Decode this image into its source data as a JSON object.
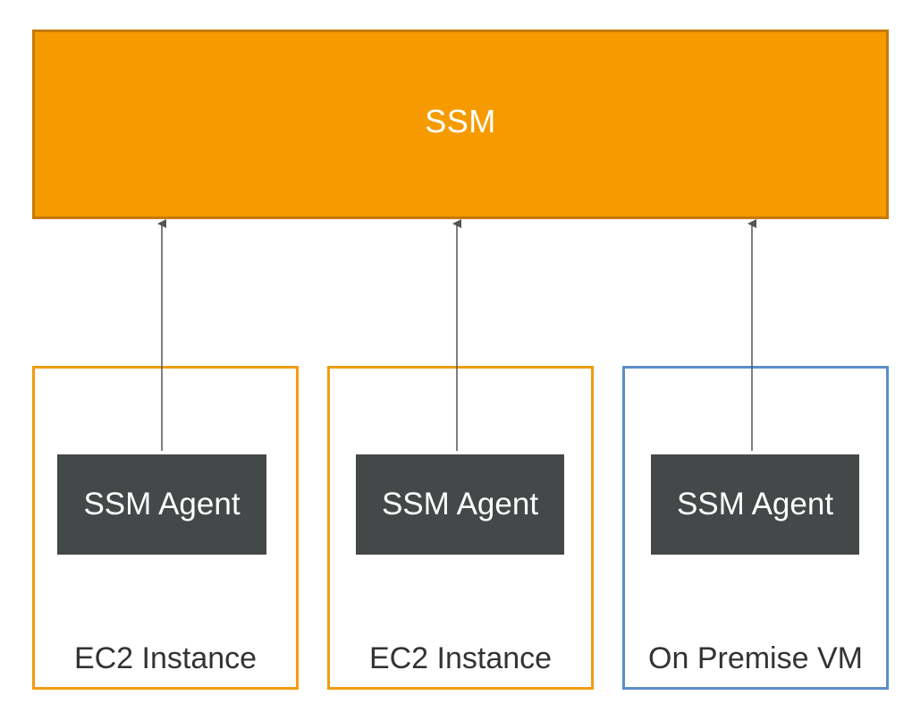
{
  "service": {
    "title": "SSM",
    "fill": "#F59B00",
    "border": "#C67A0A"
  },
  "hosts": [
    {
      "label": "EC2 Instance",
      "agent_label": "SSM Agent",
      "border": "#F09D10"
    },
    {
      "label": "EC2 Instance",
      "agent_label": "SSM Agent",
      "border": "#F09D10"
    },
    {
      "label": "On Premise VM",
      "agent_label": "SSM Agent",
      "border": "#5B8FC8"
    }
  ],
  "colors": {
    "agent_fill": "#444849",
    "arrow": "#555555"
  }
}
